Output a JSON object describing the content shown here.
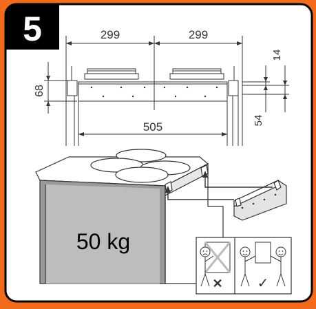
{
  "step": {
    "number": "5"
  },
  "top_view": {
    "dim_left": "299",
    "dim_right": "299",
    "dim_height_left": "68",
    "dim_height_right_top": "14",
    "dim_height_right_bottom": "54",
    "dim_width_bottom": "505"
  },
  "weight": {
    "label": "50 kg"
  },
  "lift_advice": {
    "bad_mark": "✕",
    "good_mark": "✓"
  },
  "colors": {
    "frame": "#f26b1d",
    "panel": "#ffffff",
    "badge": "#000000",
    "line": "#333333"
  }
}
